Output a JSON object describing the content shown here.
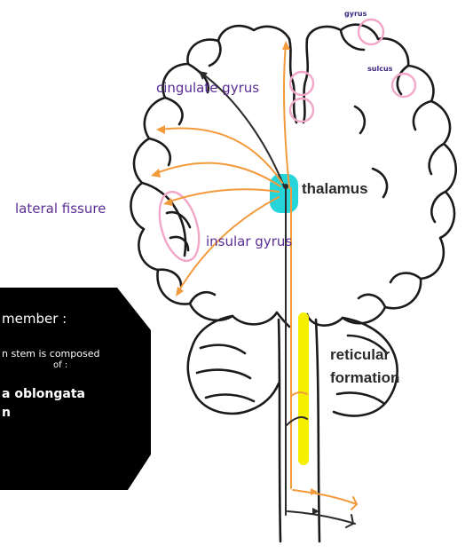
{
  "labels": {
    "cingulate_gyrus": "cingulate gyrus",
    "thalamus": "thalamus",
    "lateral_fissure": "lateral fissure",
    "insular_gyrus": "insular gyrus",
    "reticular_line1": "reticular",
    "reticular_line2": "formation",
    "gyrus_small": "gyrus",
    "sulcus_small": "sulcus"
  },
  "note": {
    "line1": "member :",
    "line2": "n stem is composed",
    "line3": "of :",
    "line4": "a oblongata",
    "line5": "n"
  },
  "colors": {
    "brain_outline": "#1b1b1b",
    "pathway_orange": "#f39a3d",
    "pathway_dark": "#2b2b2b",
    "thalamus_highlight": "#19d3d8",
    "reticular_highlight": "#f5f000",
    "pink_circles": "#f2a7c8",
    "label_purple": "#5b2d95",
    "note_background": "#000000"
  }
}
